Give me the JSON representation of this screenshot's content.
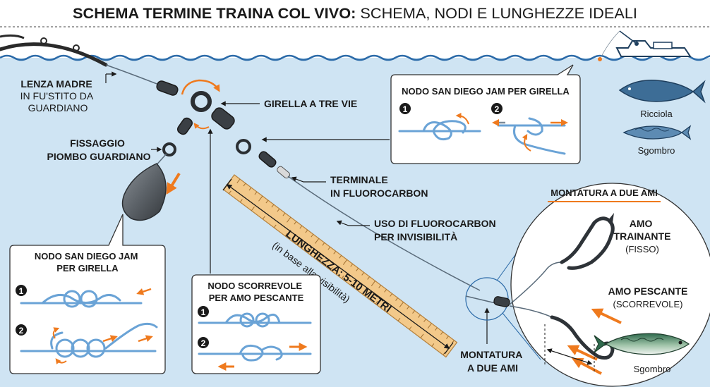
{
  "title": {
    "bold": "SCHEMA TERMINE TRAINA COL VIVO:",
    "rest": " SCHEMA, NODI E LUNGHEZZE IDEALI"
  },
  "labels": {
    "lenza_madre": [
      "LENZA MADRE",
      "IN FU'STITO DA",
      "GUARDIANO"
    ],
    "fissaggio": [
      "FISSAGGIO",
      "PIOMBO GUARDIANO"
    ],
    "girella_tre_vie": "GIRELLA A TRE VIE",
    "terminale": [
      "TERMINALE",
      "IN FLUOROCARBON"
    ],
    "uso_fluoro": [
      "USO DI FLUOROCARBON",
      "PER INVISIBILITÀ"
    ],
    "lunghezza": "LUNGHEZZA: 5-10 METRI",
    "lunghezza_sub": "(in base alla visibilità)",
    "montatura_bottom": [
      "MONTATURA",
      "A DUE AMI"
    ]
  },
  "fish_legend": {
    "ricciola": "Ricciola",
    "sgombro": "Sgombro"
  },
  "callout_top": {
    "title": "NODO SAN DIEGO JAM PER GIRELLA",
    "steps": [
      "1",
      "2"
    ]
  },
  "callout_left": {
    "title": [
      "NODO SAN DIEGO JAM",
      "PER GIRELLA"
    ],
    "steps": [
      "1",
      "2"
    ]
  },
  "callout_mid": {
    "title": [
      "NODO SCORREVOLE",
      "PER AMO PESCANTE"
    ],
    "steps": [
      "1",
      "2"
    ]
  },
  "montatura_circle": {
    "title": "MONTATURA A DUE AMI",
    "amo_trainante": [
      "AMO",
      "TRAINANTE"
    ],
    "amo_trainante_sub": "(FISSO)",
    "amo_pescante": "AMO PESCANTE",
    "amo_pescante_sub": "(SCORREVOLE)",
    "bait": "Sgombro"
  },
  "colors": {
    "water": "#cfe4f3",
    "wave": "#2b6aa8",
    "accent": "#ef7a1e",
    "line": "#5a6b7a",
    "knot_line": "#6aa3d6",
    "ruler": "#f3c98a",
    "fish": "#3d6d96",
    "ink": "#1a1a1a"
  }
}
